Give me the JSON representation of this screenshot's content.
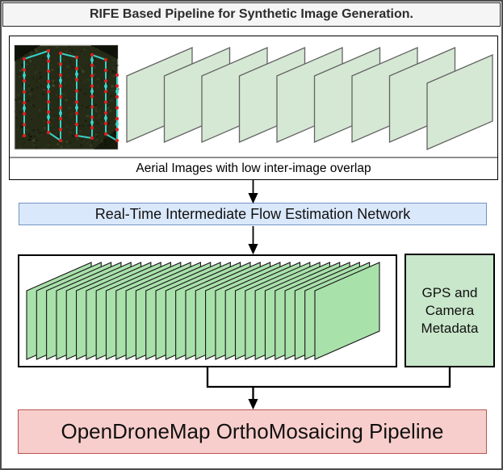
{
  "title": "RIFE Based Pipeline for Synthetic Image Generation.",
  "input_section": {
    "caption": "Aerial Images with low inter-image overlap",
    "aerial_image_alt": "aerial-survey-flight-path-photo",
    "sheet_count": 9
  },
  "rife_box": {
    "label": "Real-Time Intermediate Flow Estimation Network"
  },
  "interpolated_stack": {
    "sheet_count": 30
  },
  "metadata_box": {
    "label": "GPS and Camera Metadata",
    "lines": [
      "GPS and",
      "Camera",
      "Metadata"
    ]
  },
  "output_box": {
    "label": "OpenDroneMap OrthoMosaicing Pipeline"
  },
  "colors": {
    "title_bar_bg": "#f5f5f5",
    "rife_blue_bg": "#dae8fc",
    "rife_blue_border": "#7293c1",
    "metadata_green": "#c9e7ca",
    "output_pink_bg": "#f8cecc",
    "output_pink_border": "#b85450",
    "sheet_green_light": "#d5e8d4",
    "sheet_green_bright": "#a9e1ab",
    "flight_path_cyan": "#39d8cf",
    "waypoint_red": "#e01f1f",
    "arrow_black": "#000000"
  }
}
